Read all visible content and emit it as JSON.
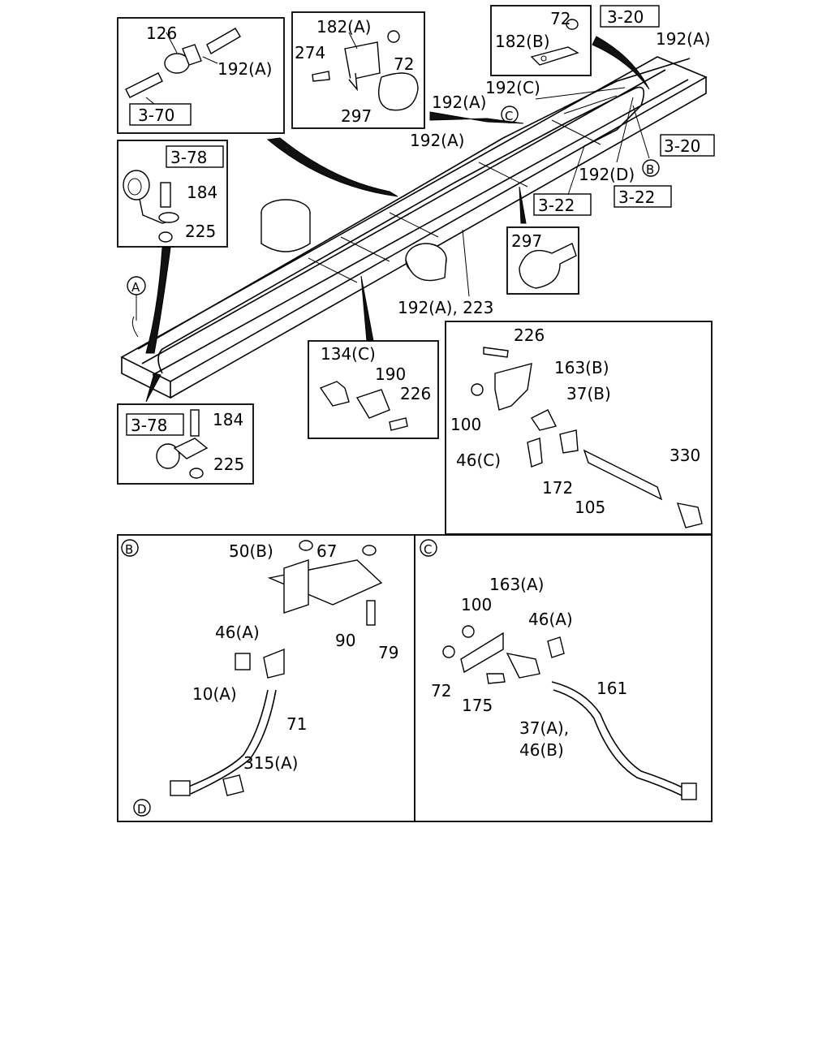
{
  "refs": {
    "r3_70": "3-70",
    "r3_78_top": "3-78",
    "r3_78_bot": "3-78",
    "r3_20_top": "3-20",
    "r3_20_right": "3-20",
    "r3_22_a": "3-22",
    "r3_22_b": "3-22"
  },
  "callouts": {
    "A": "A",
    "B": "B",
    "C": "C",
    "D": "D",
    "B_panel": "B",
    "C_panel": "C",
    "D_panel": "D"
  },
  "labels": {
    "p126": "126",
    "p192a_inset1": "192(A)",
    "p182a": "182(A)",
    "p274": "274",
    "p72_inset2": "72",
    "p297_inset2": "297",
    "p72_inset3": "72",
    "p182b": "182(B)",
    "p192a_topright": "192(A)",
    "p192c": "192(C)",
    "p192a_mid1": "192(A)",
    "p192a_mid2": "192(A)",
    "p192d": "192(D)",
    "p184_top": "184",
    "p225_top": "225",
    "p297_small": "297",
    "p192a_223": "192(A), 223",
    "p134c": "134(C)",
    "p190": "190",
    "p226_mid": "226",
    "p184_bot": "184",
    "p225_bot": "225",
    "p226_right": "226",
    "p163b": "163(B)",
    "p37b": "37(B)",
    "p100_right": "100",
    "p46c": "46(C)",
    "p172": "172",
    "p105": "105",
    "p330": "330",
    "p50b": "50(B)",
    "p67": "67",
    "p46a_b": "46(A)",
    "p90": "90",
    "p79": "79",
    "p10a": "10(A)",
    "p71": "71",
    "p315a": "315(A)",
    "p163a": "163(A)",
    "p100_c": "100",
    "p46a_c": "46(A)",
    "p72_c": "72",
    "p175": "175",
    "p161": "161",
    "p37a": "37(A),",
    "p46b": "46(B)"
  }
}
